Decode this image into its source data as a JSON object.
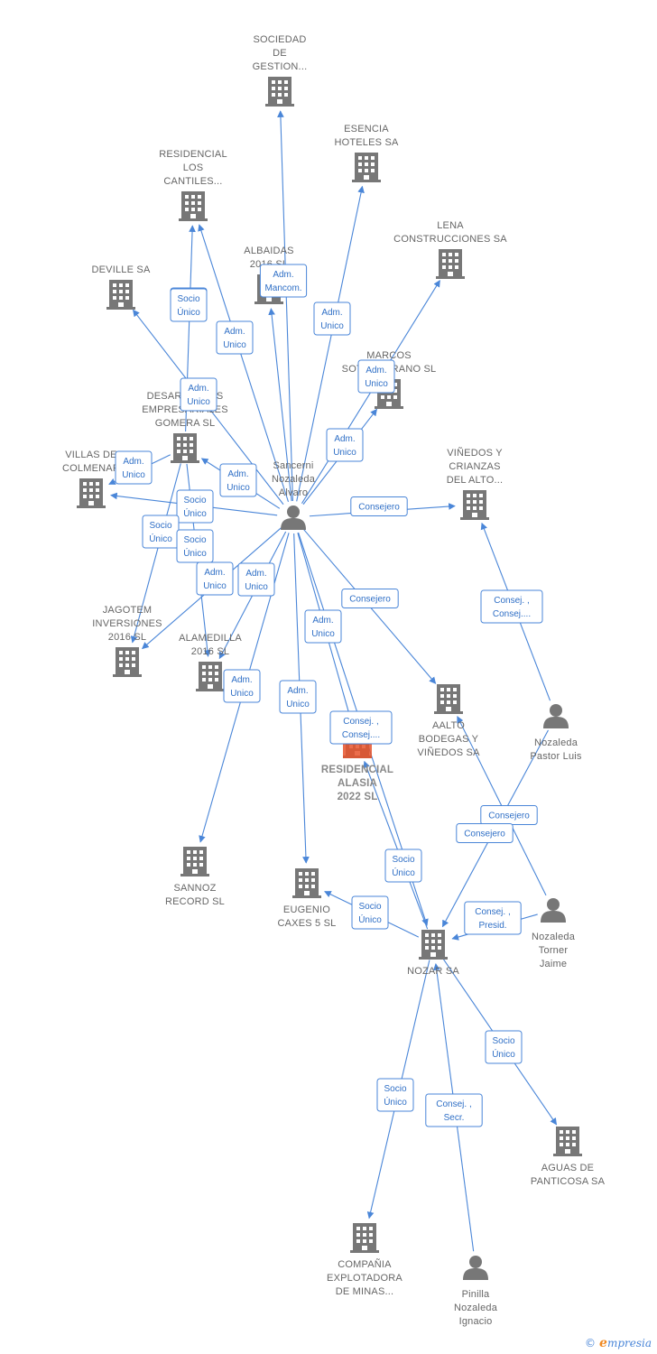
{
  "colors": {
    "edge": "#4a86d8",
    "node": "#777777",
    "highlight": "#e8532b"
  },
  "nodes": [
    {
      "id": "sociedad",
      "kind": "company",
      "lines": [
        "SOCIEDAD",
        "DE",
        "GESTION..."
      ]
    },
    {
      "id": "esencia",
      "kind": "company",
      "lines": [
        "ESENCIA",
        "HOTELES SA"
      ]
    },
    {
      "id": "residencial_cantiles",
      "kind": "company",
      "lines": [
        "RESIDENCIAL",
        "LOS",
        "CANTILES..."
      ]
    },
    {
      "id": "albaidas",
      "kind": "company",
      "lines": [
        "ALBAIDAS",
        "2016  SL"
      ]
    },
    {
      "id": "lena",
      "kind": "company",
      "lines": [
        "LENA",
        "CONSTRUCCIONES SA"
      ]
    },
    {
      "id": "deville",
      "kind": "company",
      "lines": [
        "DEVILLE SA"
      ]
    },
    {
      "id": "marcos",
      "kind": "company",
      "lines": [
        "MARCOS",
        "SOTOSERRANO SL"
      ]
    },
    {
      "id": "desarrollos",
      "kind": "company",
      "lines": [
        "DESARROLLOS",
        "EMPRESARIALES",
        "GOMERA SL"
      ]
    },
    {
      "id": "villas",
      "kind": "company",
      "lines": [
        "VILLAS DE",
        "COLMENAR"
      ]
    },
    {
      "id": "vinedos",
      "kind": "company",
      "lines": [
        "VIÑEDOS Y",
        "CRIANZAS",
        "DEL ALTO..."
      ]
    },
    {
      "id": "sancerni",
      "kind": "person",
      "lines": [
        "Sancerni",
        "Nozaleda",
        "Alvaro"
      ]
    },
    {
      "id": "jagotem",
      "kind": "company",
      "lines": [
        "JAGOTEM",
        "INVERSIONES",
        "2016  SL"
      ]
    },
    {
      "id": "alamedilla",
      "kind": "company",
      "lines": [
        "ALAMEDILLA",
        "2016  SL"
      ]
    },
    {
      "id": "aalto",
      "kind": "company",
      "lines": [
        "AALTO",
        "BODEGAS Y",
        "VIÑEDOS SA"
      ]
    },
    {
      "id": "pastor",
      "kind": "person",
      "lines": [
        "Nozaleda",
        "Pastor Luis"
      ]
    },
    {
      "id": "residencial_alasia",
      "kind": "company",
      "highlight": true,
      "lines": [
        "RESIDENCIAL",
        "ALASIA",
        "2022  SL"
      ]
    },
    {
      "id": "sannoz",
      "kind": "company",
      "lines": [
        "SANNOZ",
        "RECORD SL"
      ]
    },
    {
      "id": "eugenio",
      "kind": "company",
      "lines": [
        "EUGENIO",
        "CAXES 5  SL"
      ]
    },
    {
      "id": "nozar",
      "kind": "company",
      "lines": [
        "NOZAR SA"
      ]
    },
    {
      "id": "torner",
      "kind": "person",
      "lines": [
        "Nozaleda",
        "Torner",
        "Jaime"
      ]
    },
    {
      "id": "aguas",
      "kind": "company",
      "lines": [
        "AGUAS DE",
        "PANTICOSA SA"
      ]
    },
    {
      "id": "compania",
      "kind": "company",
      "lines": [
        "COMPAÑIA",
        "EXPLOTADORA",
        "DE MINAS..."
      ]
    },
    {
      "id": "pinilla",
      "kind": "person",
      "lines": [
        "Pinilla",
        "Nozaleda",
        "Ignacio"
      ]
    }
  ],
  "edges": [
    {
      "from": "sancerni",
      "to": "sociedad",
      "lines": [
        "Adm.",
        "Mancom."
      ]
    },
    {
      "from": "sancerni",
      "to": "esencia",
      "lines": [
        "Adm.",
        "Unico"
      ]
    },
    {
      "from": "sancerni",
      "to": "residencial_cantiles",
      "lines": [
        "Adm.",
        "Unico"
      ]
    },
    {
      "from": "sancerni",
      "to": "albaidas",
      "lines": [
        "Adm.",
        "Unico"
      ]
    },
    {
      "from": "sancerni",
      "to": "lena",
      "lines": [
        "Adm.",
        "Unico"
      ]
    },
    {
      "from": "sancerni",
      "to": "marcos",
      "lines": [
        "Adm.",
        "Unico"
      ]
    },
    {
      "from": "sancerni",
      "to": "deville",
      "lines": [
        "Adm.",
        "Unico"
      ]
    },
    {
      "from": "sancerni",
      "to": "desarrollos",
      "lines": [
        "Adm.",
        "Unico"
      ]
    },
    {
      "from": "sancerni",
      "to": "villas",
      "lines": [
        "Adm.",
        "Unico"
      ]
    },
    {
      "from": "sancerni",
      "to": "vinedos",
      "lines": [
        "Consejero"
      ]
    },
    {
      "from": "sancerni",
      "to": "jagotem",
      "lines": [
        "Adm.",
        "Unico"
      ]
    },
    {
      "from": "sancerni",
      "to": "alamedilla",
      "lines": [
        "Adm.",
        "Unico"
      ]
    },
    {
      "from": "sancerni",
      "to": "aalto",
      "lines": [
        "Consejero"
      ]
    },
    {
      "from": "sancerni",
      "to": "residencial_alasia",
      "lines": [
        "Adm.",
        "Unico"
      ]
    },
    {
      "from": "sancerni",
      "to": "sannoz",
      "lines": [
        "Adm.",
        "Unico"
      ]
    },
    {
      "from": "sancerni",
      "to": "eugenio",
      "lines": [
        "Adm.",
        "Unico"
      ]
    },
    {
      "from": "sancerni",
      "to": "nozar",
      "lines": [
        "Consej. ,",
        "Consej...."
      ]
    },
    {
      "from": "desarrollos",
      "to": "residencial_cantiles",
      "lines": [
        "Socio",
        "Único"
      ]
    },
    {
      "from": "desarrollos",
      "to": "villas",
      "lines": [
        "Socio",
        "Único"
      ]
    },
    {
      "from": "desarrollos",
      "to": "jagotem",
      "lines": [
        "Socio",
        "Único"
      ]
    },
    {
      "from": "desarrollos",
      "to": "alamedilla",
      "lines": [
        "Socio",
        "Único"
      ]
    },
    {
      "from": "pastor",
      "to": "vinedos",
      "lines": [
        "Consej. ,",
        "Consej...."
      ]
    },
    {
      "from": "pastor",
      "to": "nozar",
      "lines": [
        "Consejero"
      ]
    },
    {
      "from": "torner",
      "to": "aalto",
      "lines": [
        "Consejero"
      ]
    },
    {
      "from": "torner",
      "to": "nozar",
      "lines": [
        "Consej. ,",
        "Presid."
      ]
    },
    {
      "from": "nozar",
      "to": "residencial_alasia",
      "lines": [
        "Socio",
        "Único"
      ]
    },
    {
      "from": "nozar",
      "to": "eugenio",
      "lines": [
        "Socio",
        "Único"
      ]
    },
    {
      "from": "nozar",
      "to": "aguas",
      "lines": [
        "Socio",
        "Único"
      ]
    },
    {
      "from": "nozar",
      "to": "compania",
      "lines": [
        "Socio",
        "Único"
      ]
    },
    {
      "from": "pinilla",
      "to": "nozar",
      "lines": [
        "Consej. ,",
        "Secr."
      ]
    }
  ],
  "footer": {
    "copyright_symbol": "©",
    "brand_initial": "e",
    "brand_rest": "mpresia"
  }
}
